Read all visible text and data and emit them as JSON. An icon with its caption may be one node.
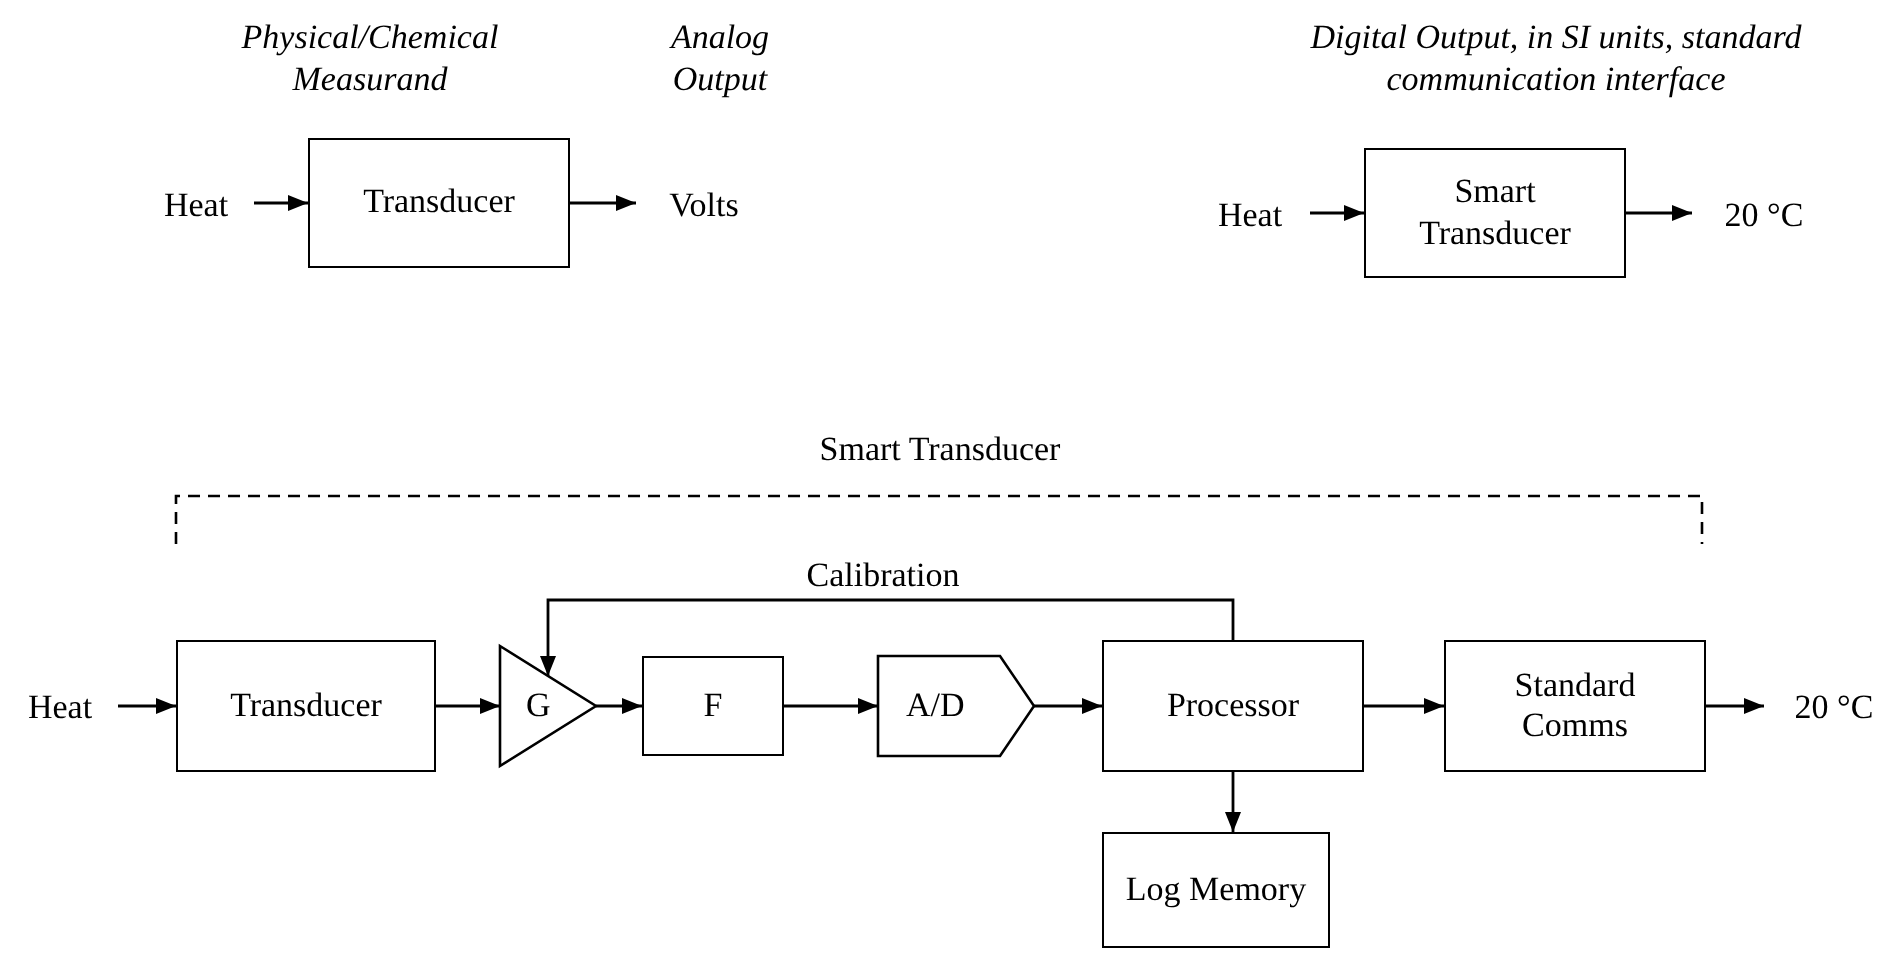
{
  "diagram": {
    "nodes": [
      {
        "text": [
          "Heat"
        ]
      },
      {
        "text": [
          "Transducer"
        ]
      },
      {
        "text": [
          "Volts"
        ]
      },
      {
        "text": [
          "Heat"
        ]
      },
      {
        "text": [
          "Smart Transducer"
        ]
      },
      {
        "text": [
          "20 °C"
        ]
      },
      {
        "text": [
          "Heat"
        ]
      },
      {
        "text": [
          "Transducer"
        ]
      },
      {
        "text": [
          "G"
        ]
      },
      {
        "text": [
          "F"
        ]
      },
      {
        "text": [
          "A/D"
        ]
      },
      {
        "text": [
          "Processor"
        ]
      },
      {
        "text": [
          "Standard Comms"
        ]
      },
      {
        "text": [
          "20 °C"
        ]
      },
      {
        "text": [
          "Log Memory"
        ]
      }
    ],
    "edges": [
      {
        "from": 0,
        "to": 1,
        "arrow": "to"
      },
      {
        "from": 1,
        "to": 2,
        "arrow": "to"
      },
      {
        "from": 3,
        "to": 4,
        "arrow": "to"
      },
      {
        "from": 4,
        "to": 5,
        "arrow": "to"
      },
      {
        "from": 6,
        "to": 7,
        "arrow": "to"
      },
      {
        "from": 7,
        "to": 8,
        "arrow": "to"
      },
      {
        "from": 8,
        "to": 9,
        "arrow": "to"
      },
      {
        "from": 9,
        "to": 10,
        "arrow": "to"
      },
      {
        "from": 10,
        "to": 11,
        "arrow": "to"
      },
      {
        "from": 11,
        "to": 14,
        "arrow": "to"
      },
      {
        "from": 11,
        "to": 8,
        "label": "Calibration",
        "arrow": "to"
      },
      {
        "from": 11,
        "to": 12,
        "arrow": "to"
      },
      {
        "from": 12,
        "to": 13,
        "arrow": "to"
      }
    ],
    "labels": [
      "Physical/Chemical Measurand",
      "Analog Output",
      "Digital Output, in SI units, standard communication interface",
      "Smart Transducer"
    ]
  }
}
